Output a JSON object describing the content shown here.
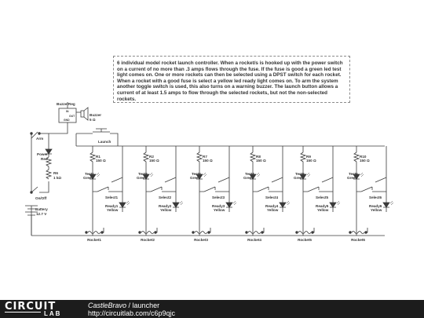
{
  "description": "6 individual model rocket launch controller. When a rocket/s is hooked up with the power switch on a current of no more than .3 amps flows through the fuse. If the fuse is good a green led test light comes on. One or more rockets can then be selected using a DPST switch for each rocket. When a rocket with a good fuse is select a yellow led ready light comes on. To arm the system another toggle switch is used, this also turns on a warning buzzer. The launch button allows a current of at least 1.5 amps to flow through the selected rockets, but not the non-selected rockets.",
  "components": {
    "buzzer_reg": "BuzzerReg",
    "in": "IN",
    "out": "OUT",
    "gnd": "GND",
    "buzzer": "Buzzer",
    "buzzer_v": "5 Ω",
    "arm": "Arm",
    "launch": "Launch",
    "power_led": "Power",
    "power_led_color": "Red",
    "r6": "R6",
    "r6_v": "1 kΩ",
    "battery": "Battery",
    "battery_v": "12.7 V",
    "onoff": "On/Off"
  },
  "channels": [
    {
      "r": "R1",
      "rv": "150 Ω",
      "test": "Test1",
      "select": "Select1",
      "ready": "Ready1",
      "rocket": "Rocket1"
    },
    {
      "r": "R2",
      "rv": "150 Ω",
      "test": "Test2",
      "select": "Select2",
      "ready": "Ready2",
      "rocket": "Rocket2"
    },
    {
      "r": "R7",
      "rv": "150 Ω",
      "test": "Test3",
      "select": "Select3",
      "ready": "Ready3",
      "rocket": "Rocket3"
    },
    {
      "r": "R8",
      "rv": "150 Ω",
      "test": "Test4",
      "select": "Select4",
      "ready": "Ready4",
      "rocket": "Rocket4"
    },
    {
      "r": "R9",
      "rv": "150 Ω",
      "test": "Test5",
      "select": "Select5",
      "ready": "Ready5",
      "rocket": "Rocket5"
    },
    {
      "r": "R10",
      "rv": "150 Ω",
      "test": "Test6",
      "select": "Select6",
      "ready": "Ready6",
      "rocket": "Rocket6"
    }
  ],
  "led_colors": {
    "test": "Green",
    "ready": "Yellow"
  },
  "footer": {
    "logo_top": "CIRCUIT",
    "logo_bottom": "LAB",
    "user": "CastleBravo",
    "separator": " / ",
    "project": "launcher",
    "url": "http://circuitlab.com/c6p9qjc"
  },
  "colors": {
    "wire": "#3a3a3a",
    "footer_bg": "#1c1c1c"
  }
}
